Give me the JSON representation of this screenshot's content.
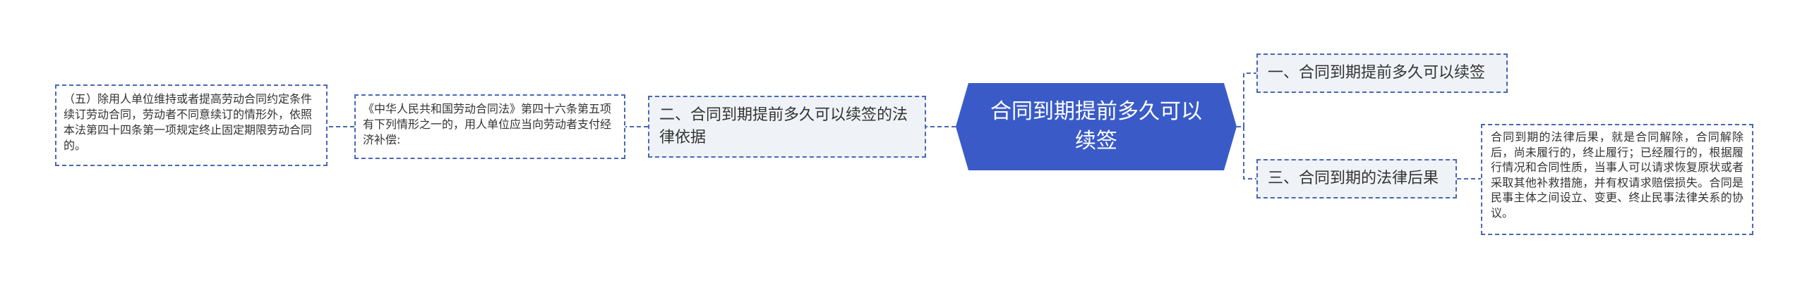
{
  "root": {
    "label": "合同到期提前多久可以续签"
  },
  "branches": [
    {
      "label": "一、合同到期提前多久可以续签"
    },
    {
      "label": "三、合同到期的法律后果",
      "detail": "合同到期的法律后果，就是合同解除，合同解除后，尚未履行的，终止履行；已经履行的，根据履行情况和合同性质，当事人可以请求恢复原状或者采取其他补救措施，并有权请求赔偿损失。合同是民事主体之间设立、变更、终止民事法律关系的协议。"
    },
    {
      "label": "二、合同到期提前多久可以续签的法律依据",
      "detail": "《中华人民共和国劳动合同法》第四十六条第五项 有下列情形之一的，用人单位应当向劳动者支付经济补偿:",
      "subdetail": "（五）除用人单位维持或者提高劳动合同约定条件续订劳动合同，劳动者不同意续订的情形外，依照本法第四十四条第一项规定终止固定期限劳动合同的。"
    }
  ],
  "colors": {
    "root_fill": "#3a5bc7",
    "border": "#4a67b5",
    "node_fill": "#eff2f6",
    "link": "#4a67b5"
  }
}
